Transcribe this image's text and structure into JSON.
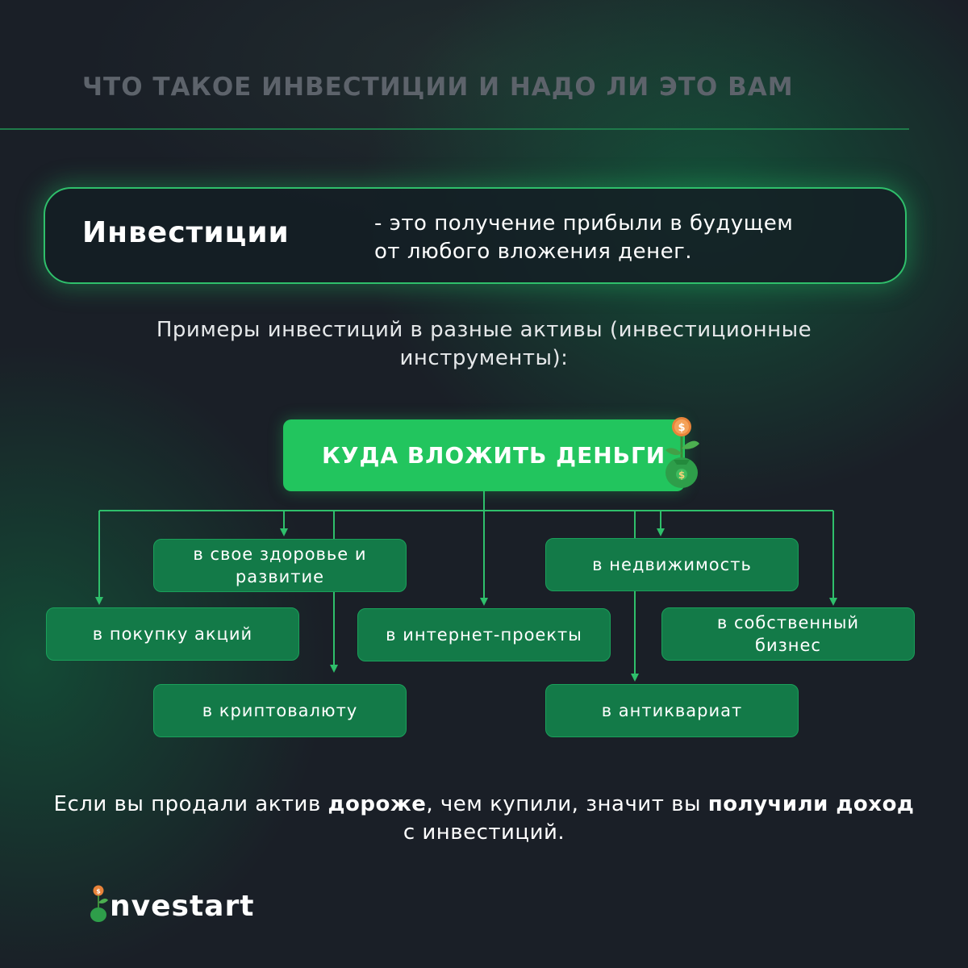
{
  "header": {
    "title": "ЧТО ТАКОЕ ИНВЕСТИЦИИ И НАДО ЛИ ЭТО ВАМ"
  },
  "definition": {
    "term": "Инвестиции",
    "text_line1": "- это получение прибыли в будущем",
    "text_line2": "от любого вложения денег."
  },
  "examples_intro": {
    "line1": "Примеры инвестиций в разные активы (инвестиционные",
    "line2": "инструменты):"
  },
  "diagram": {
    "root": "КУДА ВЛОЖИТЬ ДЕНЬГИ",
    "root_icon": "money-bag-plant-icon",
    "assets": {
      "health": "в свое здоровье и развитие",
      "real_estate": "в недвижимость",
      "stocks": "в покупку акций",
      "internet": "в интернет-проекты",
      "business": "в собственный бизнес",
      "crypto": "в криптовалюту",
      "antiques": "в антиквариат"
    }
  },
  "conclusion": {
    "part1": "Если вы продали актив ",
    "bold1": "дороже",
    "part2": ", чем купили, значит вы ",
    "bold2": "получили доход",
    "part3": " с инвестиций."
  },
  "logo": {
    "text": "nvestart",
    "icon": "money-bag-plant-icon"
  },
  "colors": {
    "accent_green": "#22c55e",
    "box_green": "#137a48",
    "line_green": "#2fbf6b",
    "background": "#1a1f27",
    "header_gray": "#5d636b"
  }
}
